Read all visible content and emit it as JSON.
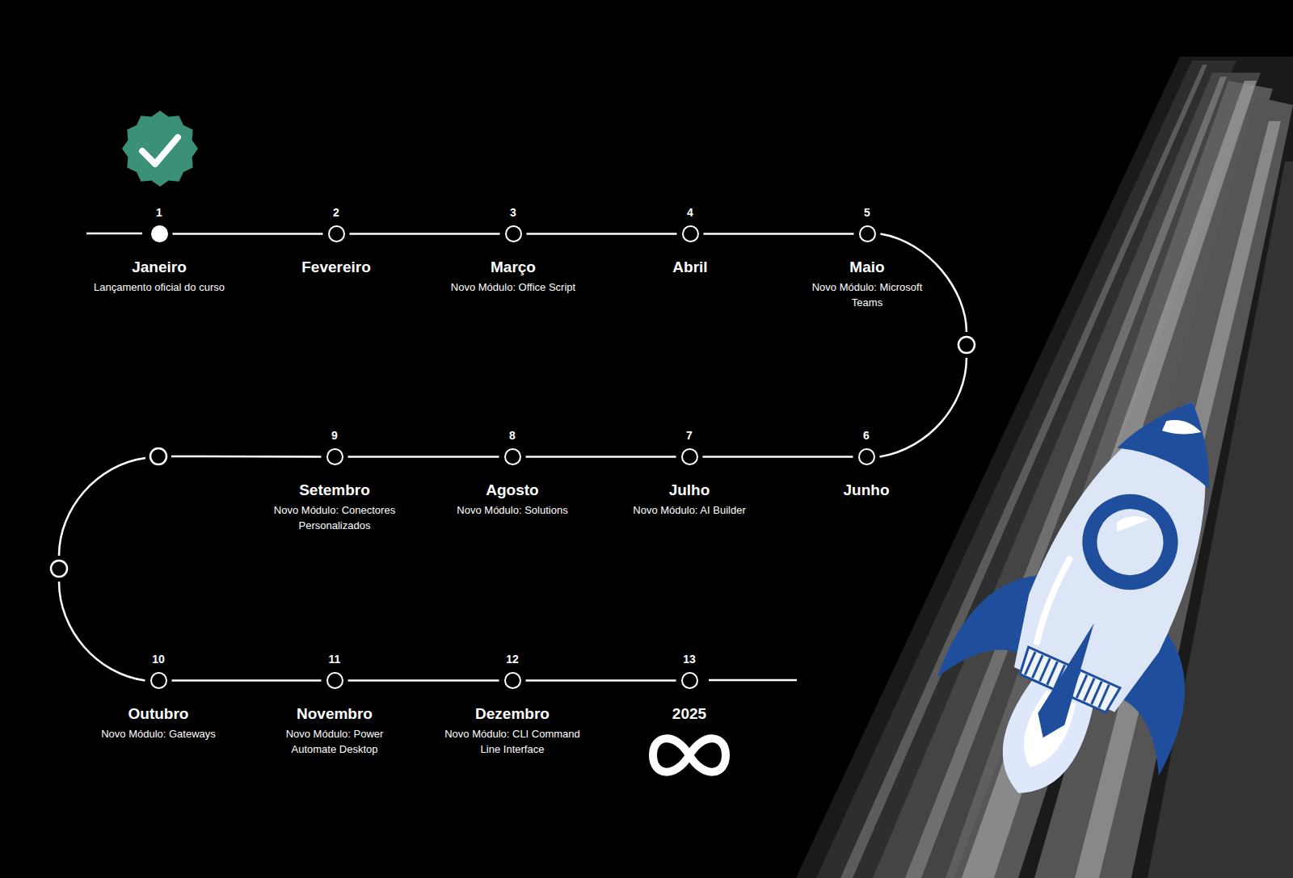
{
  "diagram": {
    "nodes": [
      {
        "text": [
          "1",
          "Janeiro",
          "Lançamento oficial do curso"
        ]
      },
      {
        "text": [
          "2",
          "Fevereiro"
        ]
      },
      {
        "text": [
          "3",
          "Março",
          "Novo Módulo: Office Script"
        ]
      },
      {
        "text": [
          "4",
          "Abril"
        ]
      },
      {
        "text": [
          "5",
          "Maio",
          "Novo Módulo: Microsoft Teams"
        ]
      },
      {
        "text": [
          "6",
          "Junho"
        ]
      },
      {
        "text": [
          "7",
          "Julho",
          "Novo Módulo: AI Builder"
        ]
      },
      {
        "text": [
          "8",
          "Agosto",
          "Novo Módulo: Solutions"
        ]
      },
      {
        "text": [
          "9",
          "Setembro",
          "Novo Módulo: Conectores Personalizados"
        ]
      },
      {
        "text": [
          "10",
          "Outubro",
          "Novo Módulo: Gateways"
        ]
      },
      {
        "text": [
          "11",
          "Novembro",
          "Novo Módulo: Power Automate Desktop"
        ]
      },
      {
        "text": [
          "12",
          "Dezembro",
          "Novo Módulo: CLI Command Line Interface"
        ]
      },
      {
        "text": [
          "13",
          "2025"
        ]
      }
    ],
    "edges": [
      {
        "from": 0,
        "to": 1,
        "arrow": "none"
      },
      {
        "from": 1,
        "to": 2,
        "arrow": "none"
      },
      {
        "from": 2,
        "to": 3,
        "arrow": "none"
      },
      {
        "from": 3,
        "to": 4,
        "arrow": "none"
      },
      {
        "from": 4,
        "to": 5,
        "arrow": "none"
      },
      {
        "from": 5,
        "to": 6,
        "arrow": "none"
      },
      {
        "from": 6,
        "to": 7,
        "arrow": "none"
      },
      {
        "from": 7,
        "to": 8,
        "arrow": "none"
      },
      {
        "from": 8,
        "to": 9,
        "arrow": "none"
      },
      {
        "from": 9,
        "to": 10,
        "arrow": "none"
      },
      {
        "from": 10,
        "to": 11,
        "arrow": "none"
      },
      {
        "from": 11,
        "to": 12,
        "arrow": "none"
      }
    ]
  }
}
